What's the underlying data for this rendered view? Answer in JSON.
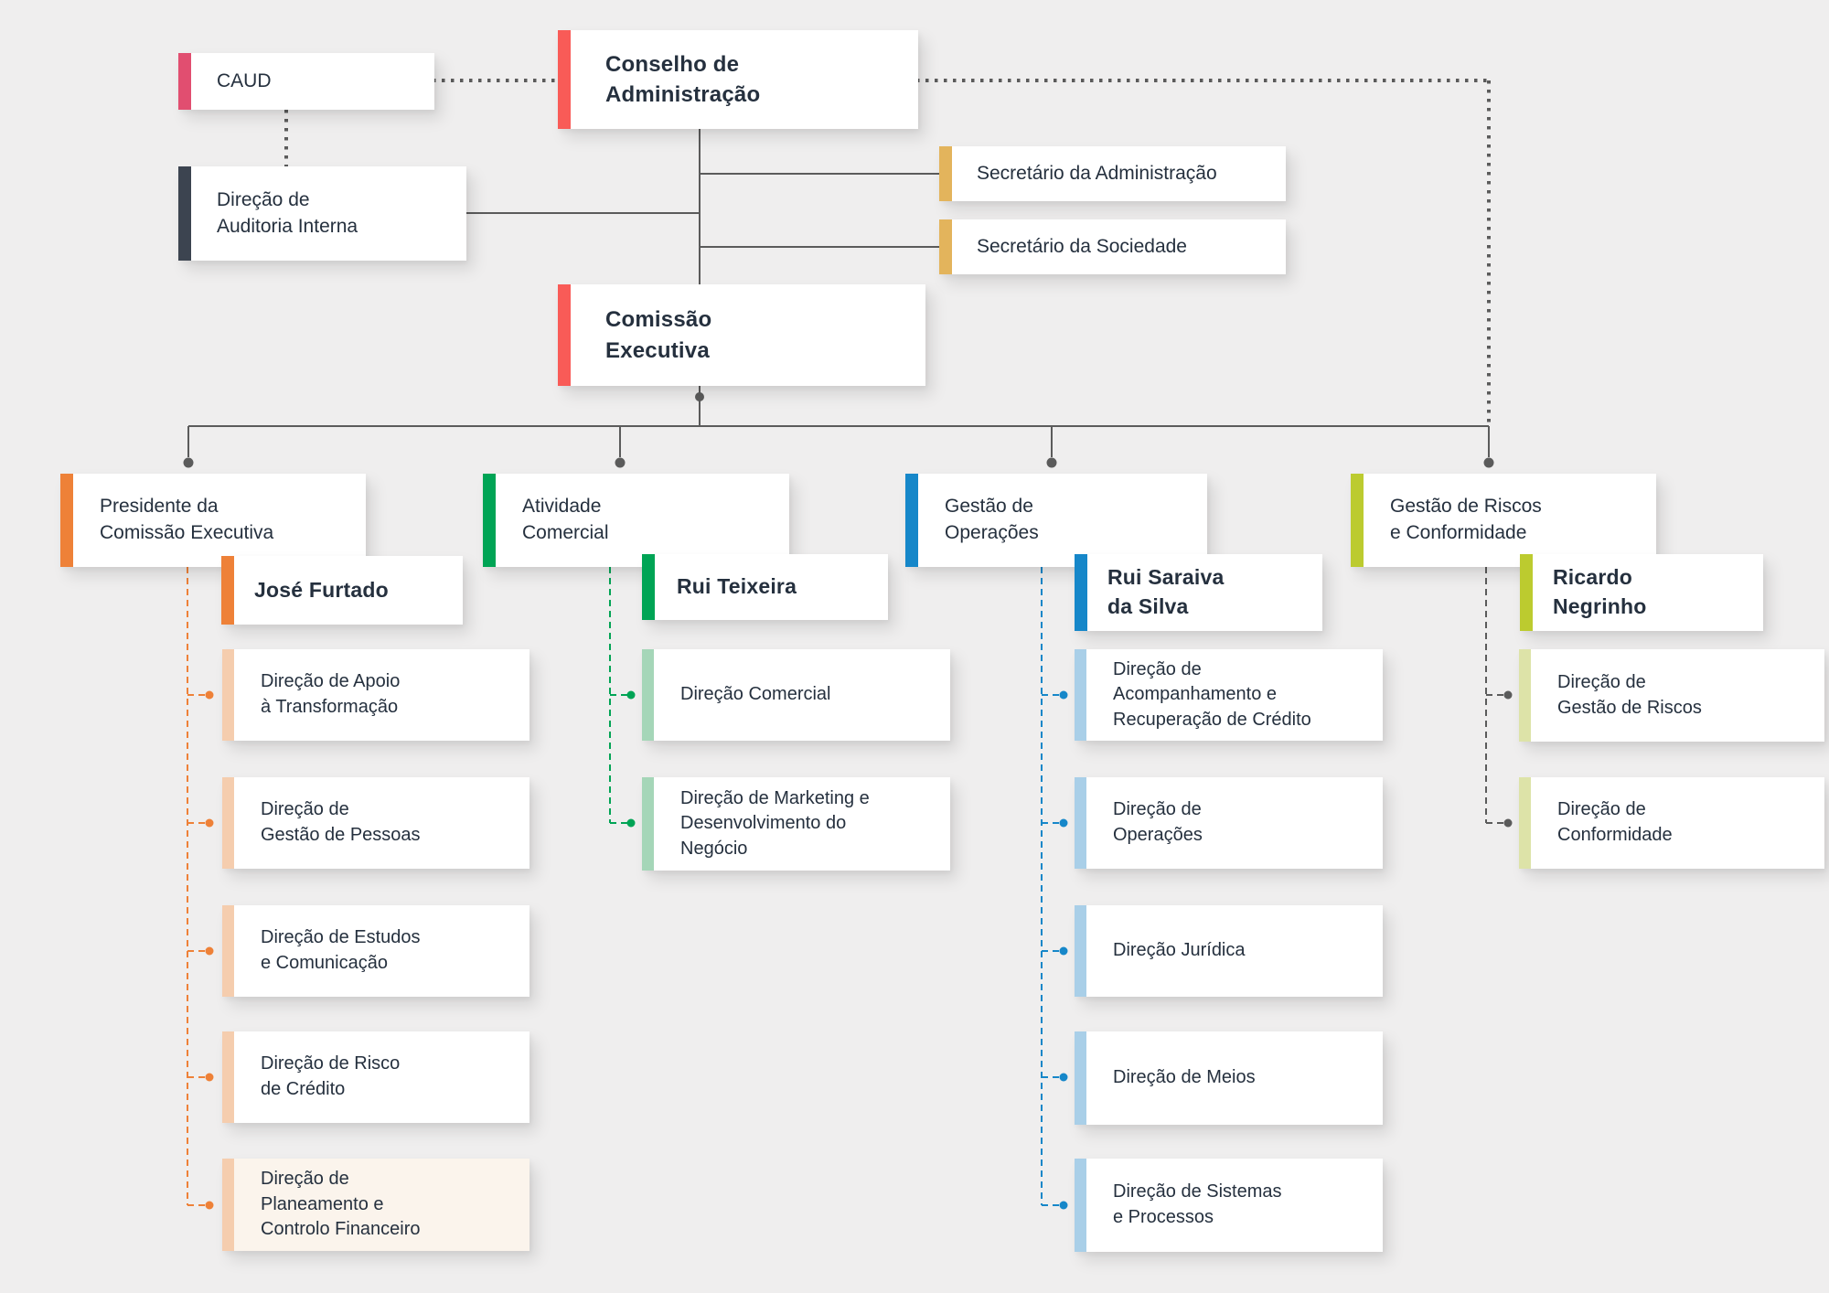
{
  "diagram": {
    "type": "org-chart",
    "top": {
      "caud": {
        "label": "CAUD"
      },
      "conselho": {
        "label": "Conselho de\nAdministração"
      },
      "auditoria": {
        "label": "Direção de\nAuditoria Interna"
      },
      "secretario_administracao": {
        "label": "Secretário da Administração"
      },
      "secretario_sociedade": {
        "label": "Secretário da Sociedade"
      },
      "comissao": {
        "label": "Comissão\nExecutiva"
      }
    },
    "branches": [
      {
        "header": "Presidente da\nComissão Executiva",
        "lead": "José Furtado",
        "accent": "#ee8138",
        "accent_light": "#f5cdae",
        "departments": [
          {
            "label": "Direção de Apoio\nà Transformação"
          },
          {
            "label": "Direção de\nGestão de Pessoas"
          },
          {
            "label": "Direção de Estudos\ne Comunicação"
          },
          {
            "label": "Direção de Risco\nde Crédito"
          },
          {
            "label": "Direção de\nPlaneamento e\nControlo Financeiro",
            "highlighted": true
          }
        ]
      },
      {
        "header": "Atividade\nComercial",
        "lead": "Rui Teixeira",
        "accent": "#00a455",
        "accent_light": "#a5d6b8",
        "departments": [
          {
            "label": "Direção Comercial"
          },
          {
            "label": "Direção de Marketing e\nDesenvolvimento do\nNegócio"
          }
        ]
      },
      {
        "header": "Gestão de\nOperações",
        "lead": "Rui Saraiva\nda Silva",
        "accent": "#1687c9",
        "accent_light": "#a9cfe8",
        "departments": [
          {
            "label": "Direção de\nAcompanhamento e\nRecuperação de Crédito"
          },
          {
            "label": "Direção de\nOperações"
          },
          {
            "label": "Direção Jurídica"
          },
          {
            "label": "Direção de Meios"
          },
          {
            "label": "Direção de Sistemas\ne Processos"
          }
        ]
      },
      {
        "header": "Gestão de Riscos\ne Conformidade",
        "lead": "Ricardo\nNegrinho",
        "accent": "#bccb2f",
        "accent_light": "#dde3a8",
        "departments": [
          {
            "label": "Direção de\nGestão de Riscos"
          },
          {
            "label": "Direção de\nConformidade"
          }
        ]
      }
    ],
    "colors": {
      "background": "#efeeee",
      "box_background": "#ffffff",
      "highlighted_box_background": "#fbf4ec",
      "text": "#25303e",
      "connector_gray": "#5b5b5b",
      "caud_accent": "#e14e70",
      "board_accent": "#f95b57",
      "audit_accent": "#3c4450",
      "secretary_accent": "#e3b45c"
    }
  }
}
